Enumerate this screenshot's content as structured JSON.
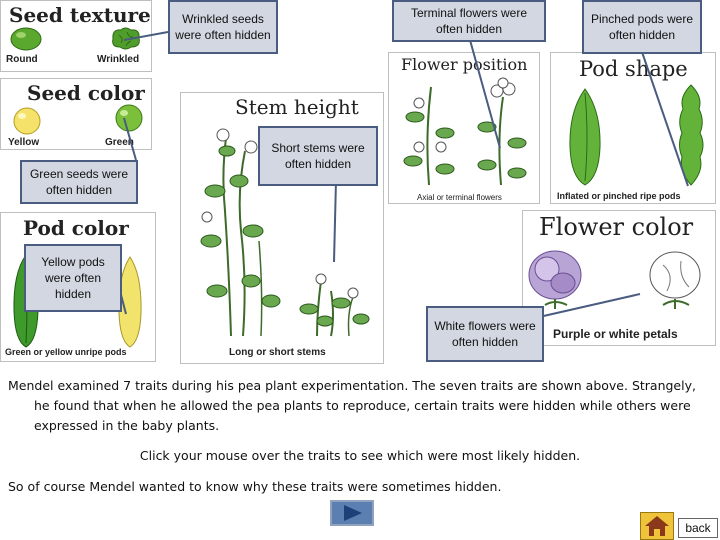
{
  "panels": {
    "seed_texture": {
      "title": "Seed texture",
      "label_left": "Round",
      "label_right": "Wrinkled"
    },
    "seed_color": {
      "title": "Seed color",
      "label_left": "Yellow",
      "label_right": "Green"
    },
    "stem_height": {
      "title": "Stem height",
      "caption": "Long or short stems"
    },
    "pod_color": {
      "title": "Pod color",
      "caption": "Green or yellow unripe pods"
    },
    "flower_position": {
      "title": "Flower position",
      "caption": "Axial or terminal flowers"
    },
    "pod_shape": {
      "title": "Pod shape",
      "caption": "Inflated or pinched ripe pods"
    },
    "flower_color": {
      "title": "Flower color",
      "caption": "Purple or white petals"
    }
  },
  "callouts": {
    "wrinkled": "Wrinkled seeds were often hidden",
    "terminal": "Terminal flowers were often hidden",
    "pinched": "Pinched pods were often hidden",
    "green_seeds": "Green seeds were often hidden",
    "short_stems": "Short stems were often hidden",
    "yellow_pods": "Yellow pods were often hidden",
    "white_flowers": "White flowers were often hidden"
  },
  "text": {
    "paragraph1": "Mendel examined 7 traits during his pea plant experimentation. The seven traits are shown above. Strangely, he found that when he allowed the pea plants to reproduce, certain traits were hidden while others were expressed in the baby plants.",
    "instruction": "Click your mouse over the traits to see which were most likely hidden.",
    "conclusion": "So of course Mendel wanted to know why these traits were sometimes hidden."
  },
  "nav": {
    "back_label": "back"
  },
  "colors": {
    "callout_fill": "#d2d7e1",
    "callout_border": "#4a5c80",
    "pea_green": "#4f9e2c",
    "pea_yellow": "#f4e26a"
  }
}
